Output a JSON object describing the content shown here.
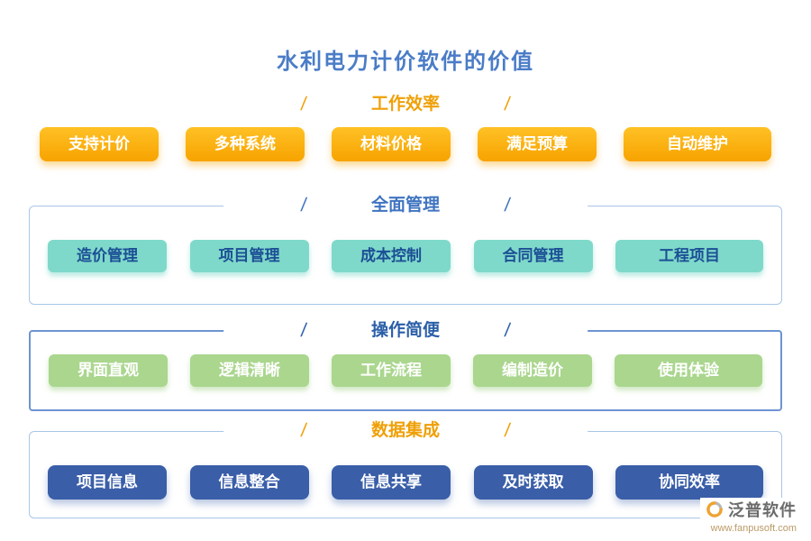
{
  "title": "水利电力计价软件的价值",
  "ui": {
    "slash": "/"
  },
  "sections": [
    {
      "title": "工作效率",
      "items": [
        "支持计价",
        "多种系统",
        "材料价格",
        "满足预算",
        "自动维护"
      ]
    },
    {
      "title": "全面管理",
      "items": [
        "造价管理",
        "项目管理",
        "成本控制",
        "合同管理",
        "工程项目"
      ]
    },
    {
      "title": "操作简便",
      "items": [
        "界面直观",
        "逻辑清晰",
        "工作流程",
        "编制造价",
        "使用体验"
      ]
    },
    {
      "title": "数据集成",
      "items": [
        "项目信息",
        "信息整合",
        "信息共享",
        "及时获取",
        "协同效率"
      ]
    }
  ],
  "logo": {
    "name": "泛普软件",
    "url": "www.fanpusoft.com"
  },
  "colors": {
    "title_blue": "#4a7cc7",
    "header_orange": "#efa007",
    "header_blue": "#3f74c0",
    "tag_orange": "#f7a300",
    "tag_teal": "#7fd9ca",
    "tag_teal_text": "#1c4f95",
    "tag_green": "#aad68e",
    "tag_dark_blue": "#3a5ea8",
    "box_border_light": "#a8c6e8",
    "box_border_strong": "#6d94d2"
  }
}
